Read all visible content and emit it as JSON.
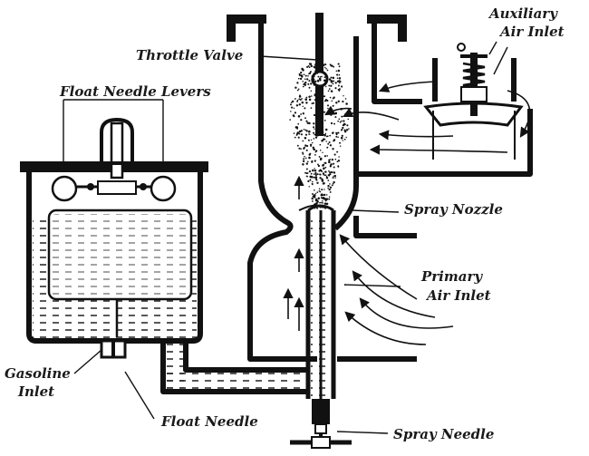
{
  "labels": {
    "auxiliary": "Auxiliary",
    "air_inlet_top": "Air Inlet",
    "throttle_valve": "Throttle Valve",
    "float_needle_levers": "Float Needle Levers",
    "spray_nozzle": "Spray Nozzle",
    "primary": "Primary",
    "air_inlet_primary": "Air Inlet",
    "gasoline": "Gasoline",
    "inlet": "Inlet",
    "float_needle": "Float Needle",
    "spray_needle": "Spray Needle"
  },
  "colors": {
    "ink": "#111111",
    "paper": "#ffffff"
  }
}
